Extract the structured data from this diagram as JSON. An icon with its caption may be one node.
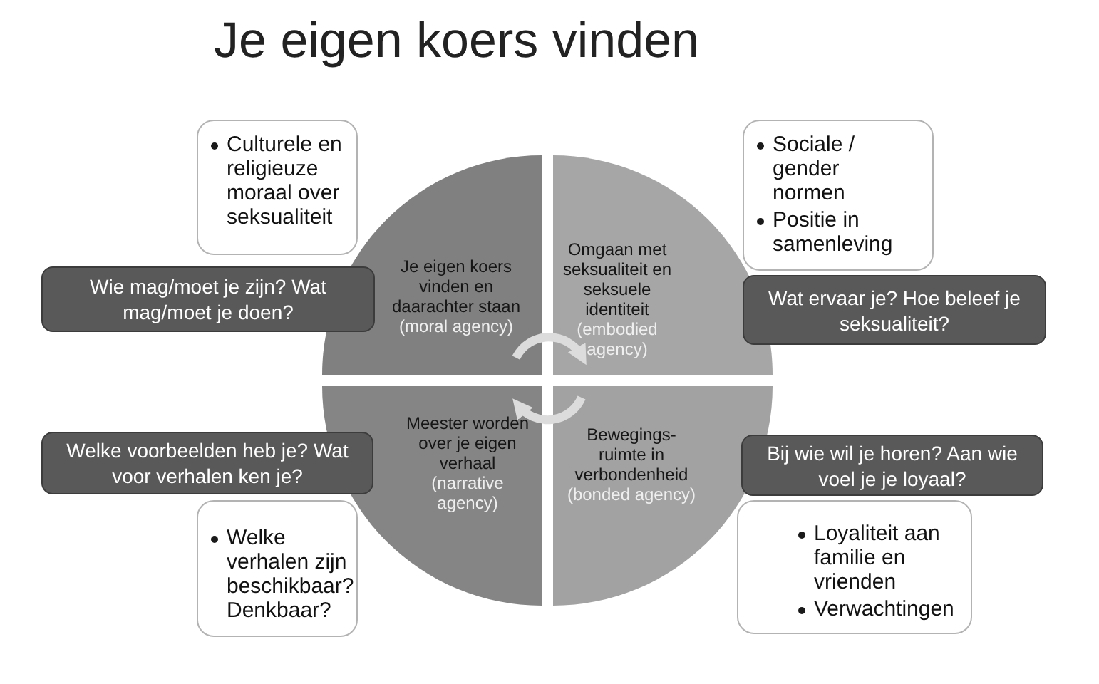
{
  "diagram": {
    "title": "Je eigen koers vinden",
    "nodes": [
      {
        "text": [
          "Je eigen koers vinden en daarachter staan",
          "(moral agency)"
        ]
      },
      {
        "text": [
          "Omgaan met seksualiteit en seksuele identiteit",
          "(embodied agency)"
        ]
      },
      {
        "text": [
          "Meester worden over je eigen verhaal",
          "(narrative agency)"
        ]
      },
      {
        "text": [
          "Bewegings-ruimte in verbondenheid",
          "(bonded agency)"
        ]
      },
      {
        "text": [
          "Culturele en religieuze moraal over seksualiteit"
        ]
      },
      {
        "text": [
          "Sociale / gender normen",
          "Positie in samenleving"
        ]
      },
      {
        "text": [
          "Welke verhalen zijn beschikbaar? Denkbaar?"
        ]
      },
      {
        "text": [
          "Loyaliteit aan familie en vrienden",
          "Verwachtingen"
        ]
      },
      {
        "text": [
          "Wie mag/moet je zijn? Wat mag/moet je doen?"
        ]
      },
      {
        "text": [
          "Wat ervaar je? Hoe beleef je seksualiteit?"
        ]
      },
      {
        "text": [
          "Welke voorbeelden heb je? Wat voor verhalen ken je?"
        ]
      },
      {
        "text": [
          "Bij wie wil je horen? Aan wie voel je je loyaal?"
        ]
      }
    ],
    "edges": [
      {
        "from": 0,
        "to": 1,
        "arrow": "to"
      },
      {
        "from": 3,
        "to": 2,
        "arrow": "to"
      }
    ]
  }
}
